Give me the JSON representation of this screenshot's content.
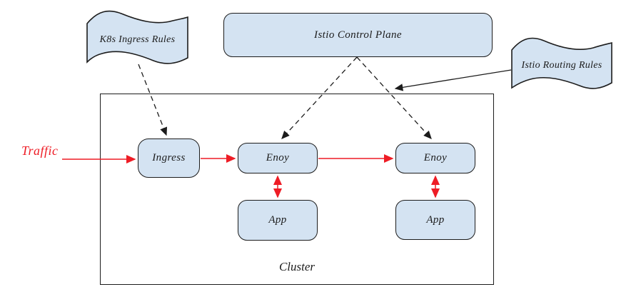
{
  "colors": {
    "node_fill": "#d4e3f2",
    "node_stroke": "#1c1c1c",
    "arrow_red": "#ee1c25",
    "arrow_black": "#1c1c1c",
    "traffic_label_color": "#ee1c25"
  },
  "nodes": {
    "k8s_ingress_rules": {
      "label": "K8s Ingress Rules"
    },
    "istio_control_plane": {
      "label": "Istio Control Plane"
    },
    "istio_routing_rules": {
      "label": "Istio Routing Rules"
    },
    "ingress": {
      "label": "Ingress"
    },
    "envoy_left": {
      "label": "Enoy"
    },
    "envoy_right": {
      "label": "Enoy"
    },
    "app_left": {
      "label": "App"
    },
    "app_right": {
      "label": "App"
    },
    "cluster": {
      "label": "Cluster"
    }
  },
  "labels": {
    "traffic": "Traffic"
  }
}
